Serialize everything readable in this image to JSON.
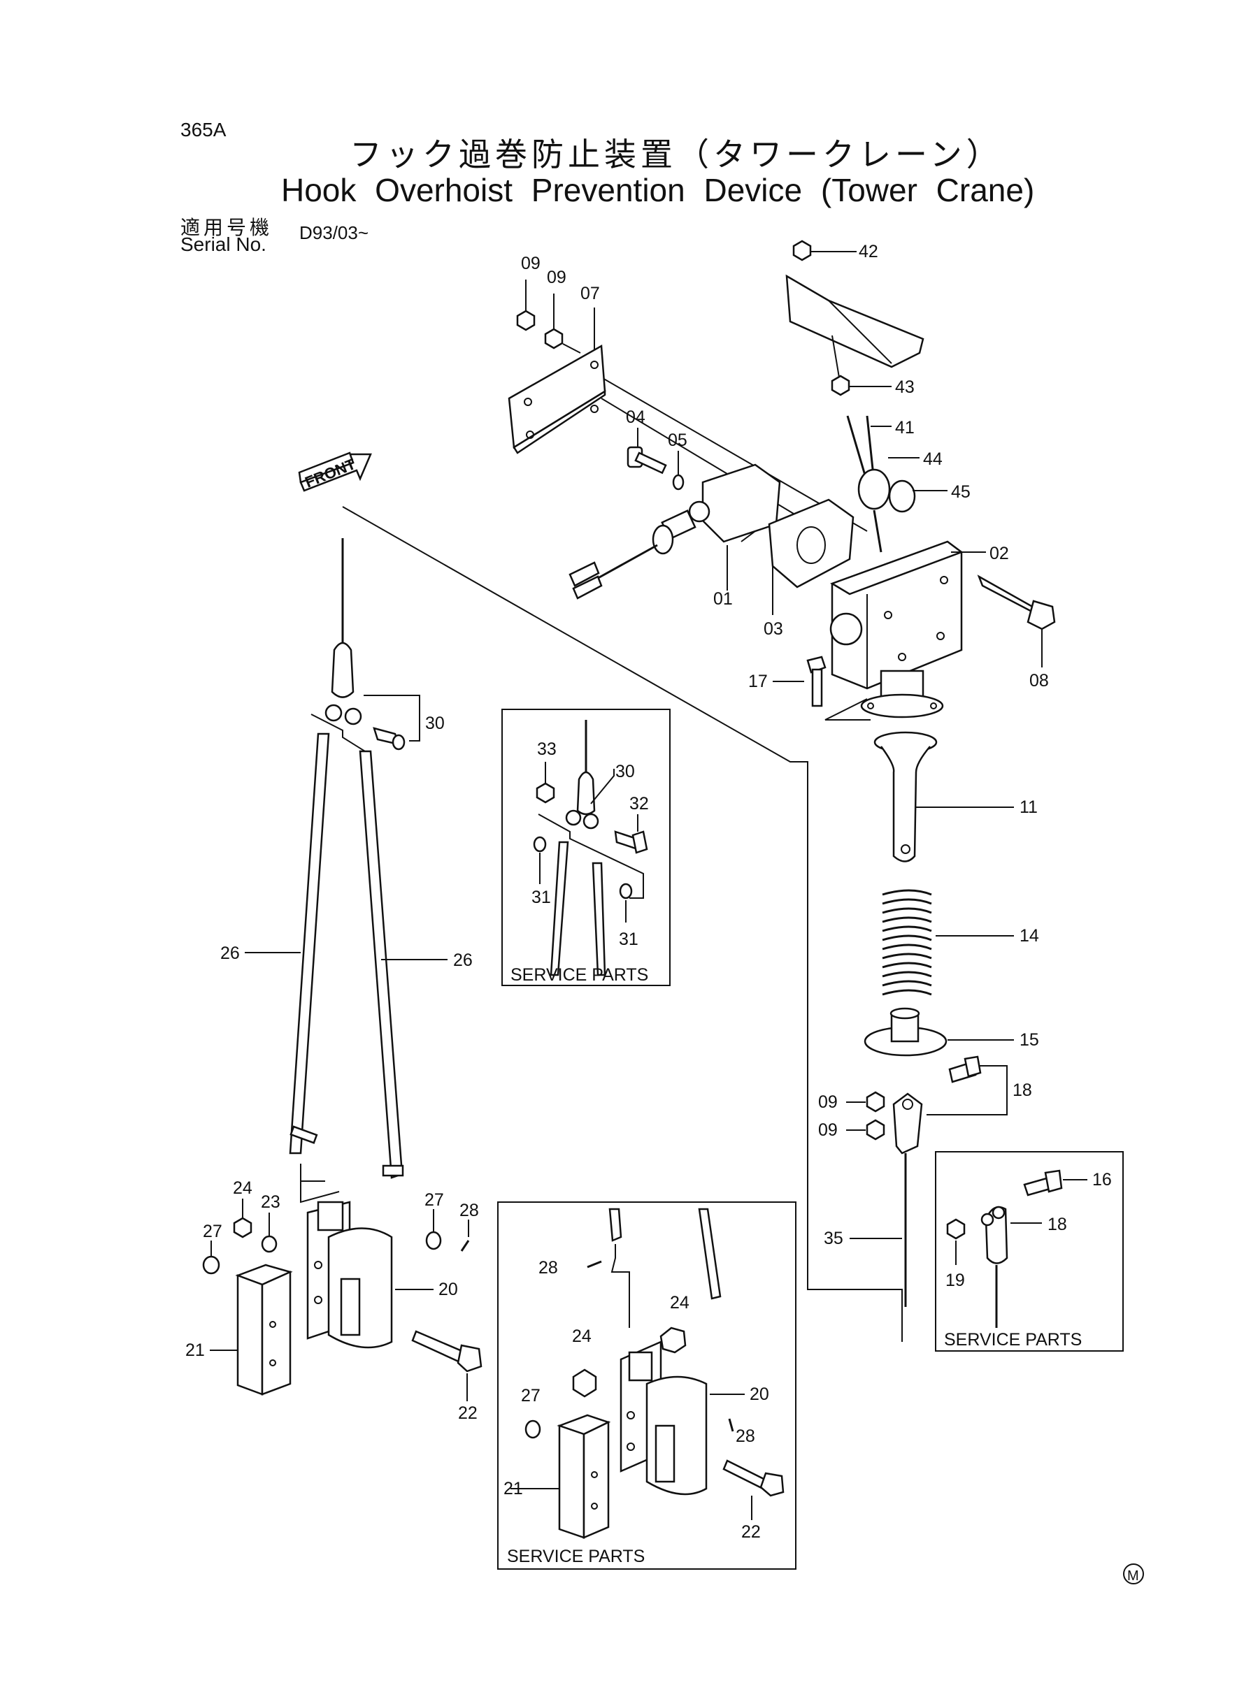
{
  "page_number": "365A",
  "title_jp": "フック過巻防止装置（タワークレーン）",
  "title_en": "Hook Overhoist Prevention Device (Tower Crane)",
  "serial": {
    "label_jp": "適用号機",
    "label_en": "Serial No.",
    "value": "D93/03~"
  },
  "front_label": "FRONT",
  "service_parts_label": "SERVICE PARTS",
  "manufacturer_mark": "M",
  "callouts": {
    "c09a": "09",
    "c09b": "09",
    "c07": "07",
    "c42": "42",
    "c43": "43",
    "c41": "41",
    "c44": "44",
    "c45": "45",
    "c04": "04",
    "c05": "05",
    "c02": "02",
    "c01": "01",
    "c03": "03",
    "c08": "08",
    "c17": "17",
    "c11": "11",
    "c14": "14",
    "c15": "15",
    "c18": "18",
    "c09c": "09",
    "c09d": "09",
    "c35": "35",
    "c30": "30",
    "c26a": "26",
    "c26b": "26",
    "c24": "24",
    "c23": "23",
    "c27a": "27",
    "c27b": "27",
    "c28": "28",
    "c20": "20",
    "c21": "21",
    "c22": "22",
    "s1_33": "33",
    "s1_30": "30",
    "s1_32": "32",
    "s1_31a": "31",
    "s1_31b": "31",
    "s2_16": "16",
    "s2_18": "18",
    "s2_19": "19",
    "s3_28a": "28",
    "s3_24a": "24",
    "s3_24b": "24",
    "s3_27": "27",
    "s3_20": "20",
    "s3_28b": "28",
    "s3_21": "21",
    "s3_22": "22"
  }
}
